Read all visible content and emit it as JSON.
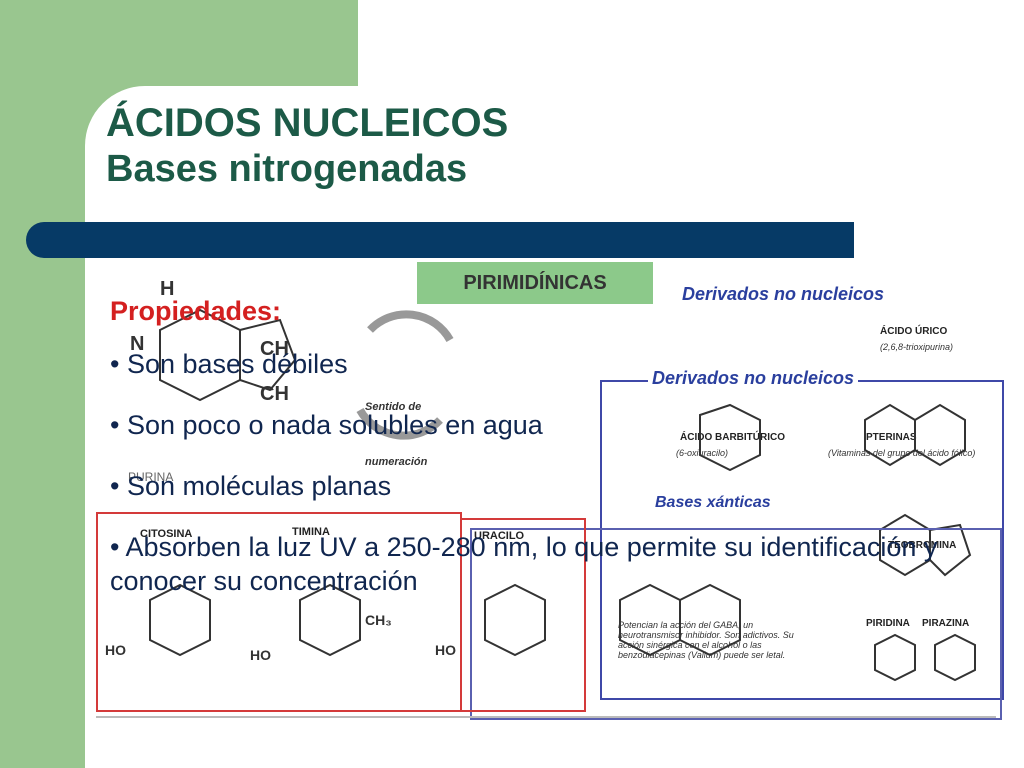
{
  "title": {
    "line1": "ÁCIDOS NUCLEICOS",
    "line2": "Bases nitrogenadas"
  },
  "collage": {
    "pirimidinicas": "PIRIMIDÍNICAS",
    "derivados_top": "Derivados no nucleicos",
    "derivados_box": "Derivados no nucleicos",
    "purina": "PURINA",
    "sentido": "Sentido de",
    "numeracion": "numeración",
    "bases_xanticas": "Bases xánticas",
    "citosina": "CITOSINA",
    "timina": "TIMINA",
    "uracilo": "URACILO",
    "acido_barbiturico": "ÁCIDO BARBITÚRICO",
    "pterinas": "PTERINAS",
    "acido_urico": "ÁCIDO ÚRICO",
    "piridina": "PIRIDINA",
    "pirazina": "PIRAZINA",
    "teobromina": "TEOBROMINA",
    "vitaminas_note": "(Vitaminas del grupo del ácido fólico)",
    "oxiuracilo": "(6-oxiuracilo)",
    "trioxipurina": "(2,6,8-trioxipurina)",
    "gaba_note": "Potencian la acción del GABA, un neurotransmisor inhibidor. Son adictivos. Su acción sinérgica con el alcohol o las benzodiacepinas (Valium) puede ser letal."
  },
  "content": {
    "subheading": "Propiedades:",
    "bullets": [
      "• Son bases débiles",
      "• Son poco o nada solubles en agua",
      "• Son moléculas planas",
      "• Absorben la luz UV a 250-280 nm, lo que permite su identificación y conocer su concentración"
    ]
  },
  "colors": {
    "green": "#99c68f",
    "title": "#1c5a47",
    "bar": "#063a66",
    "subheading": "#d42020",
    "text": "#10264f"
  }
}
